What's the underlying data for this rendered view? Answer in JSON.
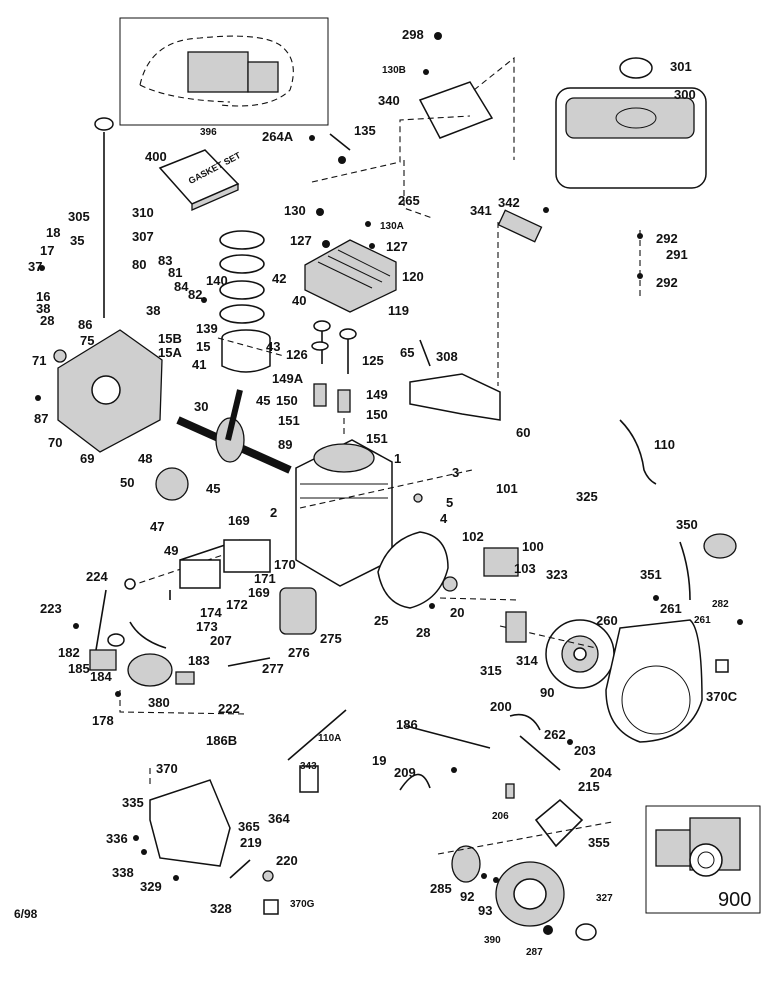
{
  "footer": {
    "date": "6/98"
  },
  "inset_labels": {
    "engine_inset": "396",
    "assembly_inset": "900"
  },
  "gasket_set_text": "GASKET SET",
  "callouts": [
    "298",
    "301",
    "130B",
    "300",
    "340",
    "396",
    "264A",
    "135",
    "400",
    "265",
    "130",
    "130A",
    "341",
    "342",
    "127",
    "127",
    "292",
    "291",
    "292",
    "310",
    "305",
    "307",
    "18",
    "35",
    "17",
    "37",
    "16",
    "38",
    "28",
    "86",
    "75",
    "71",
    "80",
    "83",
    "81",
    "84",
    "82",
    "140",
    "38",
    "139",
    "15B",
    "15A",
    "15",
    "42",
    "40",
    "120",
    "119",
    "126",
    "125",
    "65",
    "308",
    "41",
    "43",
    "149A",
    "149",
    "150",
    "150",
    "151",
    "151",
    "60",
    "87",
    "70",
    "69",
    "30",
    "45",
    "89",
    "110",
    "1",
    "3",
    "48",
    "50",
    "45",
    "101",
    "325",
    "5",
    "4",
    "169",
    "2",
    "102",
    "100",
    "103",
    "350",
    "47",
    "49",
    "170",
    "171",
    "172",
    "169",
    "323",
    "351",
    "224",
    "173",
    "174",
    "25",
    "28",
    "20",
    "261",
    "282",
    "223",
    "207",
    "275",
    "261",
    "260",
    "182",
    "185",
    "184",
    "183",
    "276",
    "277",
    "315",
    "314",
    "90",
    "370C",
    "380",
    "178",
    "222",
    "186B",
    "110A",
    "200",
    "186",
    "262",
    "19",
    "203",
    "370",
    "343",
    "209",
    "204",
    "215",
    "335",
    "364",
    "365",
    "206",
    "355",
    "336",
    "219",
    "220",
    "338",
    "329",
    "328",
    "370G",
    "285",
    "92",
    "93",
    "327",
    "390",
    "287"
  ]
}
